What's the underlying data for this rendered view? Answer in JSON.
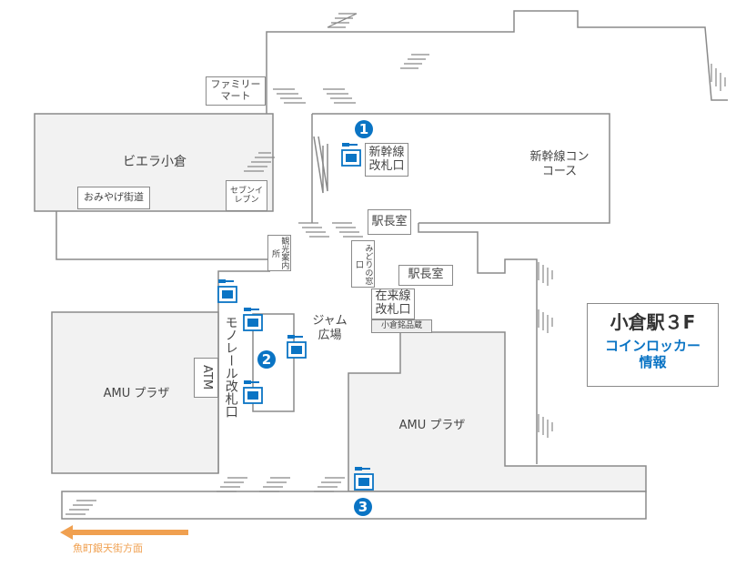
{
  "title": {
    "line1": "小倉駅３F",
    "line2": "コインロッカー",
    "line3": "情報"
  },
  "areas": {
    "family_mart": "ファミリーマート",
    "biera": "ビエラ小倉",
    "omiyage": "おみやげ街道",
    "seven": "セブンイレブン",
    "shinkansen_gate": "新幹線改札口",
    "shinkansen_concourse": "新幹線コンコース",
    "stationmaster1": "駅長室",
    "stationmaster2": "駅長室",
    "tourist_info": "観光案内所",
    "midori": "みどりの窓口",
    "zairai_gate": "在来線改札口",
    "kokura_meihin": "小倉銘品蔵",
    "jam": "ジャム広場",
    "monorail_gate": "モノレール改札口",
    "atm": "ATM",
    "amu_left": "AMU プラザ",
    "amu_right": "AMU プラザ",
    "direction": "魚町銀天街方面"
  },
  "markers": [
    "1",
    "2",
    "3"
  ],
  "colors": {
    "accent": "#0a74c4",
    "arrow": "#f0a050",
    "wall": "#8a8a8a",
    "fill": "#f2f2f2"
  },
  "icons": [
    "locker-icon",
    "key-icon",
    "stairs-icon",
    "arrow-left-icon"
  ]
}
